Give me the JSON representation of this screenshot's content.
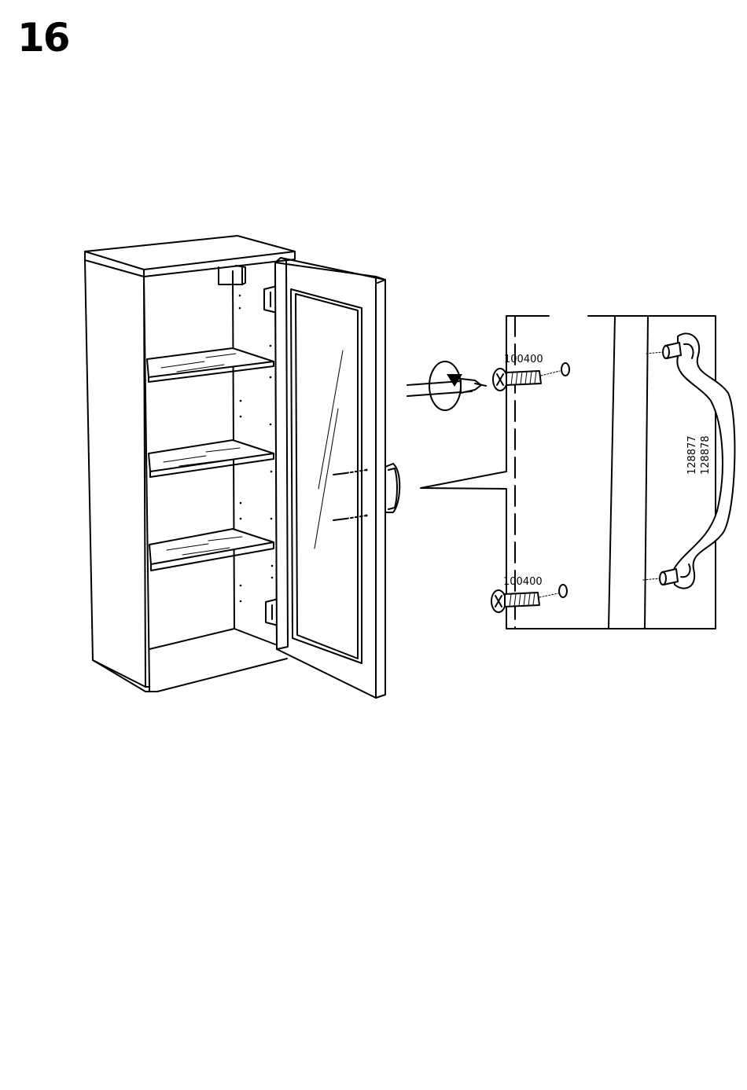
{
  "step": {
    "number": "16"
  },
  "parts": {
    "screw_top_label": "100400",
    "screw_bottom_label": "100400",
    "handle_label_line1": "128877",
    "handle_label_line2": "128878"
  },
  "icons": {
    "screwdriver": "screwdriver-icon",
    "rotation": "clockwise-rotation-icon"
  }
}
